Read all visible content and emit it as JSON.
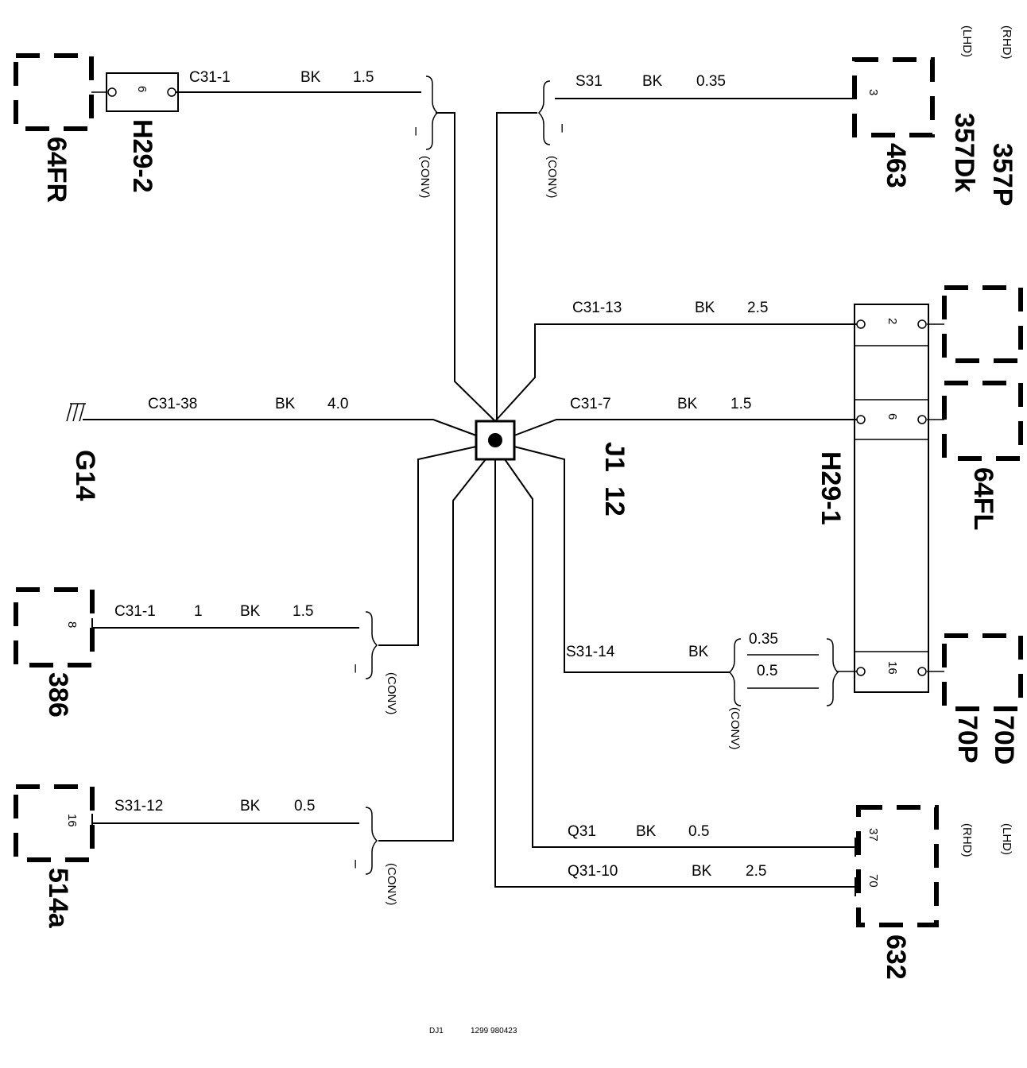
{
  "connectors": {
    "c64FR": "64FR",
    "h29_2": "H29-2",
    "g14": "G14",
    "c386": "386",
    "c514a": "514a",
    "c463": "463",
    "c357Dk": "357Dk",
    "c357P": "357P",
    "c64FL": "64FL",
    "h29_1": "H29-1",
    "c70P": "70P",
    "c70D": "70D",
    "c632": "632"
  },
  "splice": {
    "j1": "J1",
    "j12": "12"
  },
  "wires": {
    "w1": {
      "circuit": "C31-1",
      "color": "BK",
      "size": "1.5"
    },
    "w2": {
      "circuit": "S31",
      "color": "BK",
      "size": "0.35"
    },
    "w3": {
      "circuit": "C31-13",
      "color": "BK",
      "size": "2.5"
    },
    "w4": {
      "circuit": "C31-38",
      "color": "BK",
      "size": "4.0"
    },
    "w5": {
      "circuit": "C31-7",
      "color": "BK",
      "size": "1.5"
    },
    "w6": {
      "circuit": "C31-1",
      "mark": "1",
      "color": "BK",
      "size": "1.5"
    },
    "w7": {
      "circuit": "S31-14",
      "color": "BK",
      "size_a": "0.35",
      "size_b": "0.5"
    },
    "w8": {
      "circuit": "S31-12",
      "color": "BK",
      "size": "0.5"
    },
    "w9": {
      "circuit": "Q31",
      "color": "BK",
      "size": "0.5"
    },
    "w10": {
      "circuit": "Q31-10",
      "color": "BK",
      "size": "2.5"
    }
  },
  "pins": {
    "p64FR": "6",
    "p463": "3",
    "p2": "2",
    "p6": "6",
    "p16": "16",
    "p386": "8",
    "p514": "16",
    "p37": "37",
    "p70": "70"
  },
  "options": {
    "conv": "(CONV)",
    "lhd": "(LHD)",
    "rhd": "(RHD)",
    "dash": "–"
  },
  "footer": {
    "code": "DJ1",
    "ref": "1299 980423"
  }
}
